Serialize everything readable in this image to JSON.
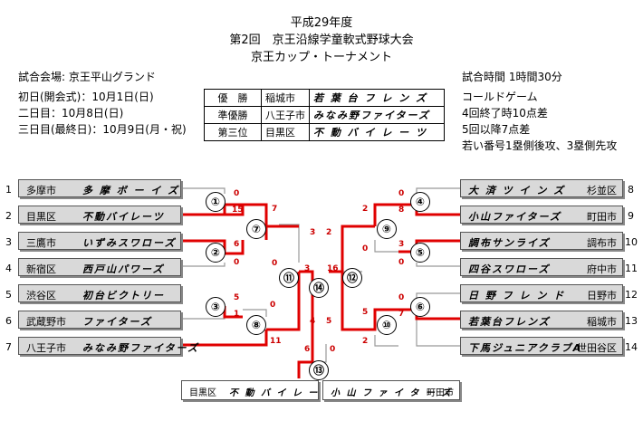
{
  "header": {
    "line1": "平成29年度",
    "line2": "第2回　京王沿線学童軟式野球大会",
    "line3": "京王カップ・トーナメント"
  },
  "info_left": {
    "venue": "試合会場: 京王平山グランド",
    "day1": "初日(開会式)：10月1日(日)",
    "day2": "二日目：10月8日(日)",
    "day3": "三日目(最終日)：10月9日(月・祝)"
  },
  "info_right": {
    "time": "試合時間 1時間30分",
    "called": "コールドゲーム",
    "rule1": "4回終了時10点差",
    "rule2": "5回以降7点差",
    "rule3": "若い番号1塁側後攻、3塁側先攻"
  },
  "results": [
    {
      "label": "優　勝",
      "city": "稲城市",
      "team": "若 葉 台 フ レ ン ズ"
    },
    {
      "label": "準優勝",
      "city": "八王子市",
      "team": "みなみ野ファイターズ"
    },
    {
      "label": "第三位",
      "city": "目黒区",
      "team": "不 動 バ イ レ ー ツ"
    }
  ],
  "left_teams": [
    {
      "seed": "1",
      "city": "多摩市",
      "team": "多 摩 ボ ー イ ズ"
    },
    {
      "seed": "2",
      "city": "目黒区",
      "team": "不動バイレーツ"
    },
    {
      "seed": "3",
      "city": "三鷹市",
      "team": "いずみスワローズ"
    },
    {
      "seed": "4",
      "city": "新宿区",
      "team": "西戸山パワーズ"
    },
    {
      "seed": "5",
      "city": "渋谷区",
      "team": "初台ビクトリー"
    },
    {
      "seed": "6",
      "city": "武蔵野市",
      "team": "ファイターズ"
    },
    {
      "seed": "7",
      "city": "八王子市",
      "team": "みなみ野ファイターズ"
    }
  ],
  "right_teams": [
    {
      "seed": "8",
      "city": "杉並区",
      "team": "大 済 ツ イ ン ズ"
    },
    {
      "seed": "9",
      "city": "町田市",
      "team": "小山ファイターズ"
    },
    {
      "seed": "10",
      "city": "調布市",
      "team": "調布サンライズ"
    },
    {
      "seed": "11",
      "city": "府中市",
      "team": "四谷スワローズ"
    },
    {
      "seed": "12",
      "city": "日野市",
      "team": "日 野 フ レ ン ド"
    },
    {
      "seed": "13",
      "city": "稲城市",
      "team": "若葉台フレンズ"
    },
    {
      "seed": "14",
      "city": "世田谷区",
      "team": "下馬ジュニアクラブA"
    }
  ],
  "games": {
    "g1": "①",
    "g2": "②",
    "g3": "③",
    "g4": "④",
    "g5": "⑤",
    "g6": "⑥",
    "g7": "⑦",
    "g8": "⑧",
    "g9": "⑨",
    "g10": "⑩",
    "g11": "⑪",
    "g12": "⑫",
    "g13": "⑬",
    "g14": "⑭"
  },
  "scores": {
    "g1_top": "0",
    "g1_bot": "15",
    "g2_top": "6",
    "g2_bot": "0",
    "g3_top": "5",
    "g3_bot": "1",
    "g4_top": "0",
    "g4_bot": "8",
    "g5_top": "3",
    "g5_bot": "0",
    "g6_top": "0",
    "g6_bot": "7",
    "g7_top": "7",
    "g7_bot": "0",
    "g8_top": "0",
    "g8_bot": "11",
    "g9_top": "2",
    "g9_bot": "0",
    "g10_top": "5",
    "g10_bot": "2",
    "g11_top": "3",
    "g11_bot": "4",
    "g12_top": "2",
    "g12_bot": "5",
    "g14_left": "3",
    "g14_right": "16",
    "g13_left": "6",
    "g13_right": "0"
  },
  "third_place": {
    "left_city": "目黒区",
    "left_team": "不 動 バ イ レ ー ツ",
    "right_team": "小 山 フ ァ イ タ ー ズ",
    "right_city": "町田市"
  }
}
